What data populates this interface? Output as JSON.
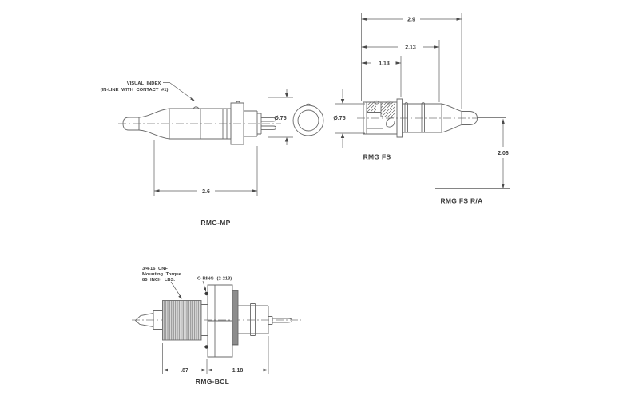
{
  "drawing": {
    "background_color": "#ffffff",
    "line_color": "#6a6a6a",
    "text_color": "#3a3a3a",
    "views": {
      "rmg_mp": {
        "name_label": "RMG-MP",
        "visual_index_note_line1": "VISUAL INDEX",
        "visual_index_note_line2": "(IN-LINE WITH CONTACT #1)",
        "diameter_dim": "Ø.75",
        "length_dim": "2.6"
      },
      "end_view": {
        "diameter_dim": "Ø.75"
      },
      "rmg_fs": {
        "name_label": "RMG FS",
        "overall_length_dim": "2.9",
        "mid_length_dim": "2.13",
        "front_length_dim": "1.13"
      },
      "rmg_fs_ra": {
        "name_label": "RMG FS R/A",
        "height_dim": "2.06"
      },
      "rmg_bcl": {
        "name_label": "RMG-BCL",
        "thread_note_line1": "3/4-16 UNF",
        "thread_note_line2": "Mounting Torque",
        "thread_note_line3": "85 INCH LBS.",
        "oring_note": "O-RING (2-213)",
        "thread_length_dim": ".87",
        "body_length_dim": "1.18"
      }
    }
  }
}
